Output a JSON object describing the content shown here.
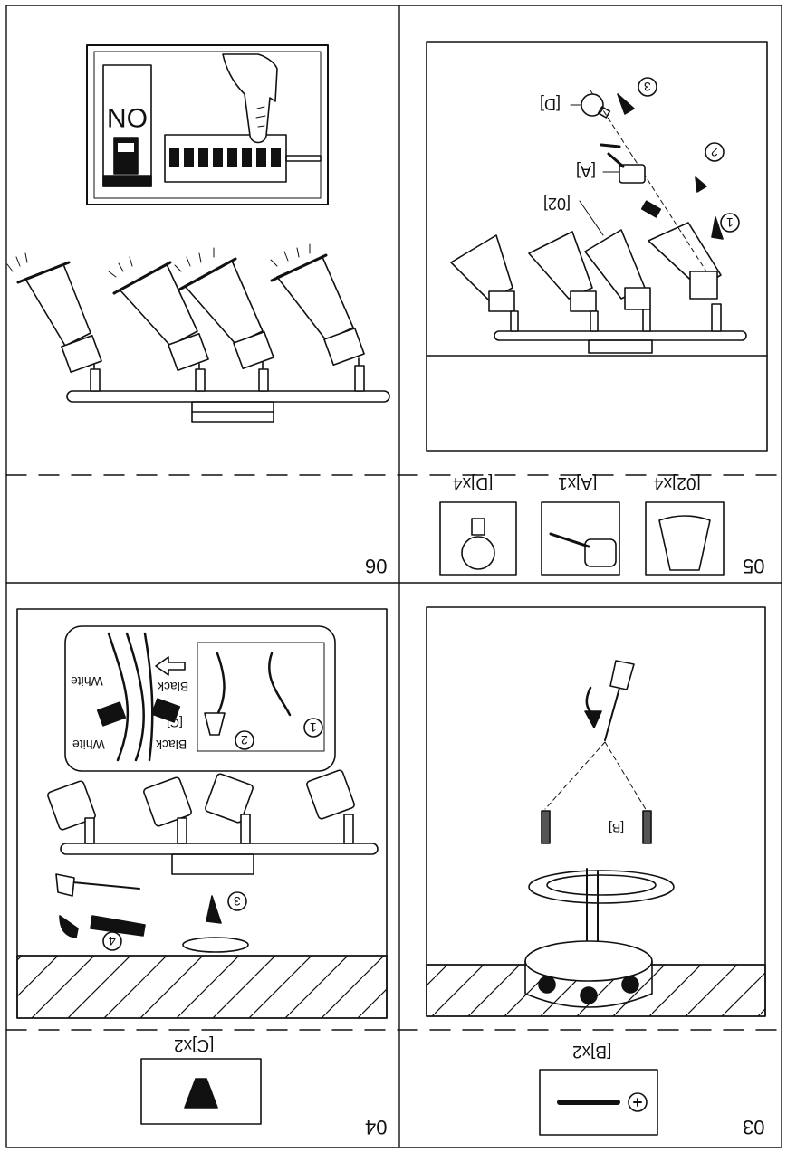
{
  "page": {
    "steps": [
      {
        "number": "06",
        "title": "Switch on power and adjust lamp heads",
        "switch_label": "ON"
      },
      {
        "number": "05",
        "title": "Install shades, rings and bulbs",
        "parts": [
          {
            "code": "[02]x4",
            "name": "lamp shade"
          },
          {
            "code": "[A]x1",
            "name": "shade ring tool"
          },
          {
            "code": "[D]x4",
            "name": "bulb"
          }
        ],
        "callouts": [
          "[02]",
          "[A]",
          "[D]"
        ],
        "arrows": [
          "1",
          "2",
          "3"
        ]
      },
      {
        "number": "04",
        "title": "Connect wires and mount fixture",
        "parts": [
          {
            "code": "[C]x2",
            "name": "wire connector"
          }
        ],
        "callouts": [
          "[C]"
        ],
        "wires": [
          "Black",
          "White",
          "Black",
          "White"
        ],
        "arrows": [
          "1",
          "2",
          "3",
          "4"
        ]
      },
      {
        "number": "03",
        "title": "Fix mounting bracket",
        "parts": [
          {
            "code": "[B]x2",
            "name": "screw"
          }
        ],
        "callouts": [
          "[B]"
        ]
      }
    ]
  }
}
